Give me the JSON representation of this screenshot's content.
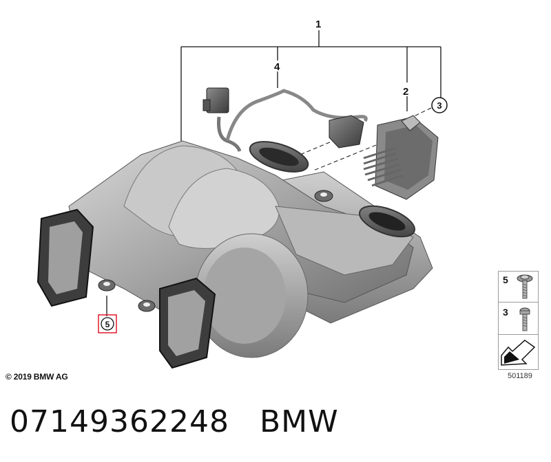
{
  "callouts": [
    {
      "id": "1",
      "label": "1"
    },
    {
      "id": "2",
      "label": "2"
    },
    {
      "id": "3",
      "label": "3"
    },
    {
      "id": "4",
      "label": "4"
    },
    {
      "id": "5",
      "label": "5"
    }
  ],
  "legend": {
    "items": [
      {
        "label": "5"
      },
      {
        "label": "3"
      }
    ]
  },
  "footer": {
    "copyright": "© 2019 BMW AG",
    "ref_code": "501189"
  },
  "part": {
    "number": "07149362248",
    "brand": "BMW"
  },
  "colors": {
    "highlight": "#e0192b",
    "line": "#111111",
    "metal": "#9a9a9a"
  }
}
